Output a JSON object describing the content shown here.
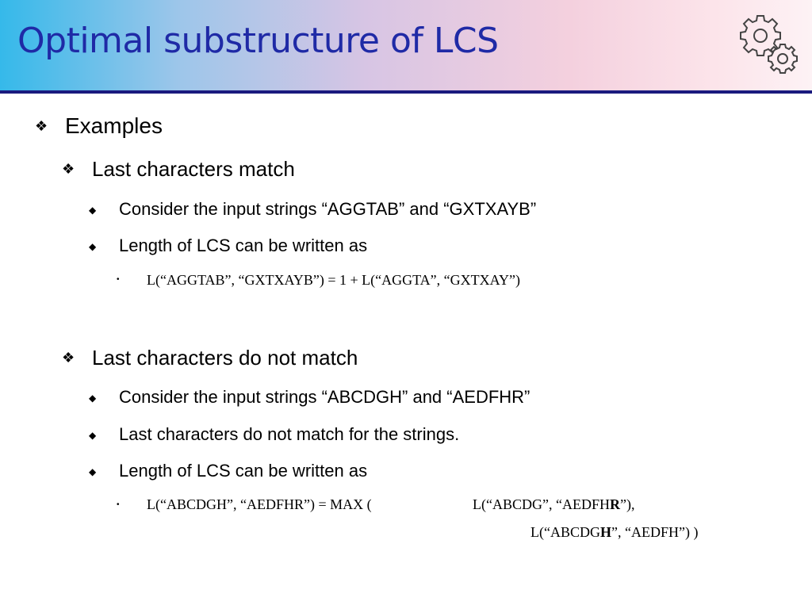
{
  "slide": {
    "title": "Optimal substructure of LCS"
  },
  "icons": {
    "gear": "gear-icon",
    "star_bullet": "❖",
    "diamond_bullet": "◆",
    "dot_bullet": "•"
  },
  "content": {
    "examples": "Examples",
    "match": {
      "heading": "Last characters match",
      "consider": "Consider the input strings “AGGTAB” and “GXTXAYB”",
      "length": "Length of LCS can be written as",
      "formula": "L(“AGGTAB”, “GXTXAYB”) = 1 + L(“AGGTA”, “GXTXAY”)"
    },
    "nomatch": {
      "heading": "Last characters do not match",
      "consider": "Consider the input strings “ABCDGH” and “AEDFHR”",
      "statement": "Last characters do not match for the strings.",
      "length": "Length of LCS can be written as",
      "formula_prefix": "L(“ABCDGH”, “AEDFHR”) = MAX (",
      "formula_arg1_a": "L(“ABCDG”, “AEDFH",
      "formula_arg1_b": "R",
      "formula_arg1_c": "”),",
      "formula_arg2_a": "L(“ABCDG",
      "formula_arg2_b": "H",
      "formula_arg2_c": "”, “AEDFH”) )"
    }
  }
}
